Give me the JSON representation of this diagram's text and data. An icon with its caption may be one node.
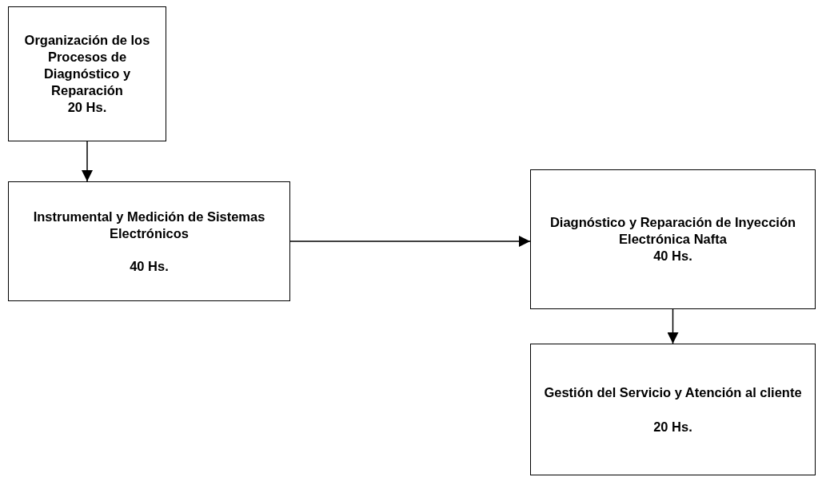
{
  "diagram": {
    "nodes": [
      {
        "text": [
          "Organización de los Procesos de Diagnóstico y Reparación",
          "20 Hs."
        ]
      },
      {
        "text": [
          "Instrumental y Medición de Sistemas Electrónicos",
          "40 Hs."
        ]
      },
      {
        "text": [
          "Diagnóstico y Reparación de Inyección Electrónica Nafta",
          "40 Hs."
        ]
      },
      {
        "text": [
          "Gestión del Servicio y Atención al cliente",
          "20 Hs."
        ]
      }
    ],
    "edges": [
      {
        "from": 0,
        "to": 1,
        "arrow": "to"
      },
      {
        "from": 1,
        "to": 2,
        "arrow": "to"
      },
      {
        "from": 2,
        "to": 3,
        "arrow": "to"
      }
    ]
  }
}
